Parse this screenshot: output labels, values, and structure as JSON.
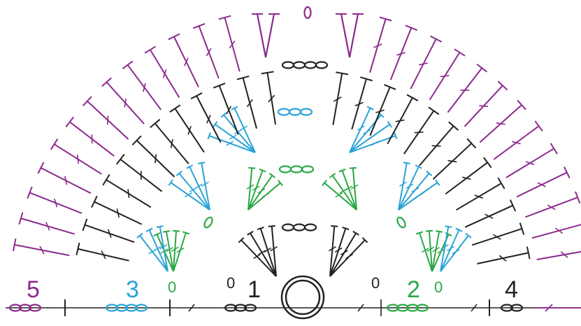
{
  "diagram": {
    "colors": {
      "row1": "#222222",
      "row2": "#2aa845",
      "row3": "#29a3d6",
      "row4": "#222222",
      "row5": "#8b2a8d"
    },
    "row_labels": {
      "r1": "1",
      "r2": "2",
      "r3": "3",
      "r4": "4",
      "r5": "5"
    },
    "zero_labels": {
      "z1": "0",
      "z2": "0",
      "z3": "0",
      "z4": "0"
    },
    "icons": {
      "magic_ring": "magic-ring-icon",
      "chain": "chain-stitch-icon",
      "slip": "slip-stitch-icon",
      "double_crochet": "double-crochet-icon",
      "treble": "treble-crochet-icon"
    }
  }
}
